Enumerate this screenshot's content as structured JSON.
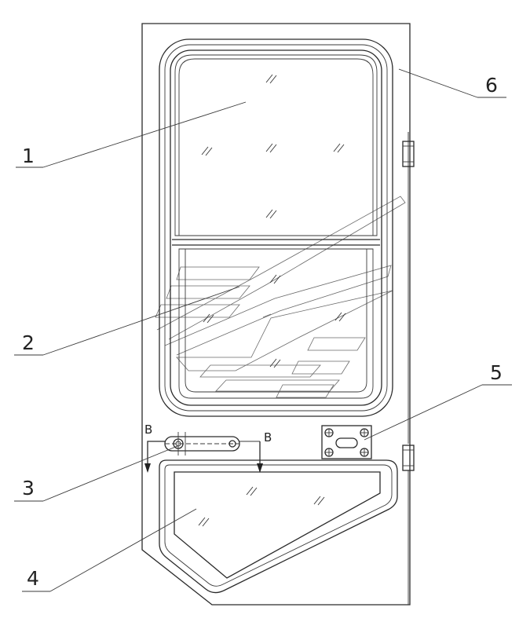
{
  "callouts": [
    {
      "id": "1",
      "label": "1"
    },
    {
      "id": "2",
      "label": "2"
    },
    {
      "id": "3",
      "label": "3"
    },
    {
      "id": "4",
      "label": "4"
    },
    {
      "id": "5",
      "label": "5"
    },
    {
      "id": "6",
      "label": "6"
    }
  ],
  "section_marker": {
    "left": "B",
    "right": "B"
  }
}
